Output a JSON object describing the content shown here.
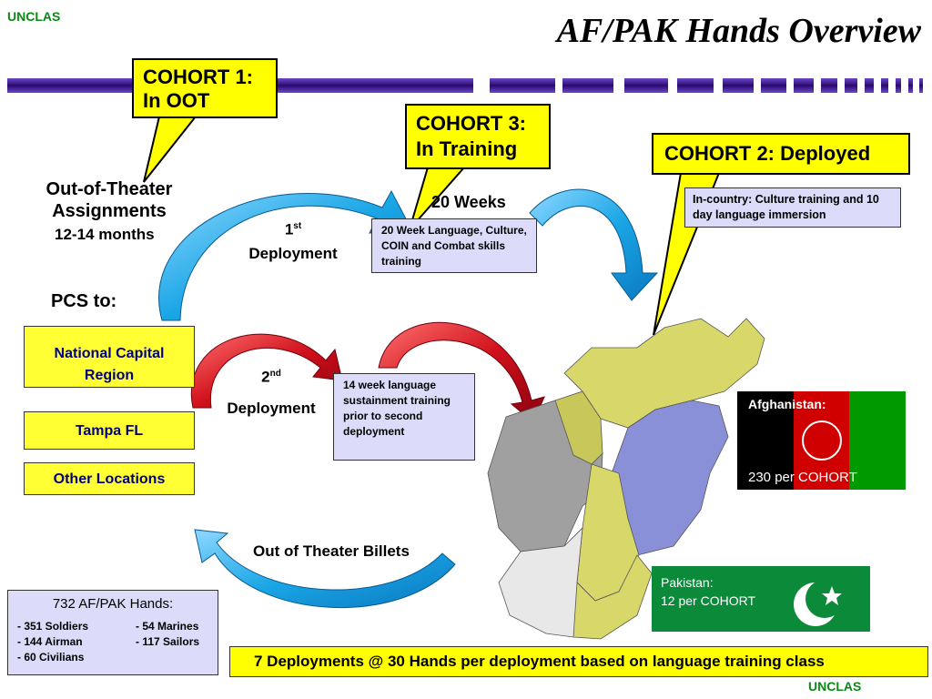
{
  "classification_top": "UNCLAS",
  "classification_bottom": "UNCLAS",
  "title": "AF/PAK Hands Overview",
  "cohort1": {
    "line1": "COHORT 1:",
    "line2": "In OOT"
  },
  "cohort3": {
    "line1": "COHORT 3:",
    "line2": "In Training"
  },
  "cohort2": {
    "label": "COHORT 2: Deployed"
  },
  "out_of_theater": {
    "line1": "Out-of-Theater",
    "line2": "Assignments",
    "line3": "12-14 months"
  },
  "weeks_label": "20 Weeks",
  "first_deployment": {
    "num": "1",
    "sup": "st",
    "word": "Deployment"
  },
  "second_deployment": {
    "num": "2",
    "sup": "nd",
    "word": "Deployment"
  },
  "training_box": "20 Week Language, Culture, COIN and Combat skills training",
  "incountry_box": "In-country: Culture training and 10 day language immersion",
  "sustainment_box": "14 week language sustainment training  prior to second deployment",
  "pcs_label": "PCS to:",
  "locations": [
    "National Capital Region",
    "Tampa FL",
    "Other Locations"
  ],
  "billets_label": "Out of Theater Billets",
  "afghanistan": {
    "label": "Afghanistan:",
    "count": "230 per COHORT"
  },
  "pakistan": {
    "label": "Pakistan:",
    "count": "12 per COHORT"
  },
  "hands_summary": {
    "title": "732 AF/PAK Hands:",
    "col1": [
      "- 351 Soldiers",
      "- 144 Airman",
      "-   60 Civilians"
    ],
    "col2": [
      "-   54 Marines",
      "-   117 Sailors"
    ]
  },
  "deployments_banner": "7 Deployments @ 30 Hands per deployment based on language training class",
  "colors": {
    "callout_yellow": "#ffff00",
    "arrow_blue": "#1fa8e0",
    "arrow_red": "#c0001a",
    "box_lavender": "#dcdcfa",
    "pak_green": "#0b8a3a",
    "af_green": "#009a00",
    "af_red": "#d00000"
  }
}
